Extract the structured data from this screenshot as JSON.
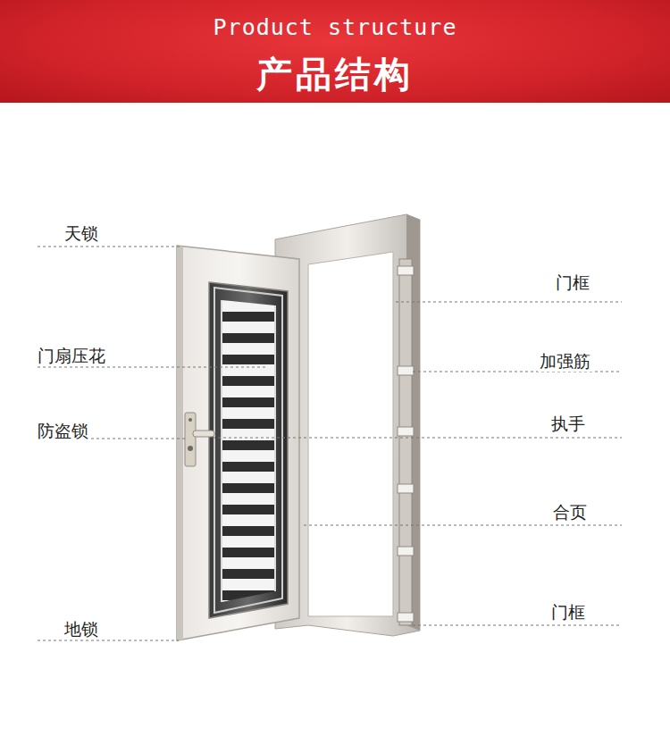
{
  "diagram": {
    "nodes": [
      {
        "text": [
          "Product structure",
          "产品结构"
        ]
      }
    ],
    "labels": [
      "天锁",
      "门扇压花",
      "防盗锁",
      "地锁",
      "门框",
      "加强筋",
      "执手",
      "合页",
      "门框"
    ]
  }
}
